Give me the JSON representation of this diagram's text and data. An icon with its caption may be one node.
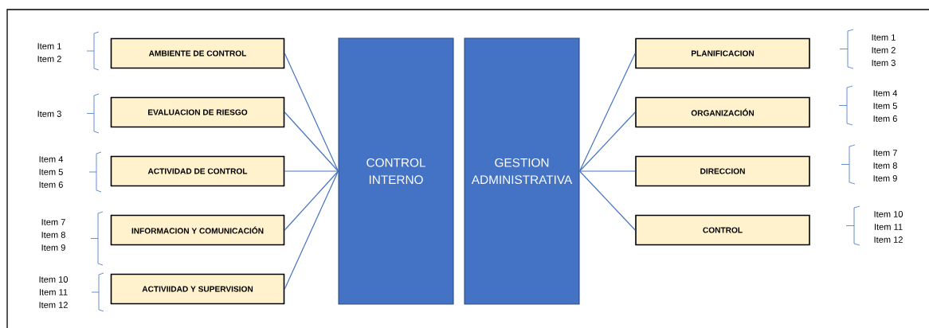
{
  "diagram": {
    "nodes": [
      {
        "text": [
          "AMBIENTE DE CONTROL"
        ]
      },
      {
        "text": [
          "EVALUACION DE RIESGO"
        ]
      },
      {
        "text": [
          "ACTIVIDAD DE CONTROL"
        ]
      },
      {
        "text": [
          "INFORMACION Y COMUNICACIÓN"
        ]
      },
      {
        "text": [
          "ACTIVIIDAD Y SUPERVISION"
        ]
      },
      {
        "text": [
          "CONTROL INTERNO"
        ]
      },
      {
        "text": [
          "GESTION ADMINISTRATIVA"
        ]
      },
      {
        "text": [
          "PLANIFICACION"
        ]
      },
      {
        "text": [
          "ORGANIZACIÓN"
        ]
      },
      {
        "text": [
          "DIRECCION"
        ]
      },
      {
        "text": [
          "CONTROL"
        ]
      }
    ],
    "edges": [
      {
        "from": 0,
        "to": 5,
        "arrow": "none"
      },
      {
        "from": 1,
        "to": 5,
        "arrow": "none"
      },
      {
        "from": 2,
        "to": 5,
        "arrow": "none"
      },
      {
        "from": 3,
        "to": 5,
        "arrow": "none"
      },
      {
        "from": 4,
        "to": 5,
        "arrow": "none"
      },
      {
        "from": 6,
        "to": 7,
        "arrow": "none"
      },
      {
        "from": 6,
        "to": 8,
        "arrow": "none"
      },
      {
        "from": 6,
        "to": 9,
        "arrow": "none"
      },
      {
        "from": 6,
        "to": 10,
        "arrow": "none"
      }
    ],
    "labels": [
      "Item 1",
      "Item 2",
      "Item 3",
      "Item 4",
      "Item 5",
      "Item 6",
      "Item 7",
      "Item 8",
      "Item 9",
      "Item 10",
      "Item 11",
      "Item 12",
      "Item 1",
      "Item 2",
      "Item 3",
      "Item 4",
      "Item 5",
      "Item 6",
      "Item 7",
      "Item 8",
      "Item 9",
      "Item 10",
      "Item 11",
      "Item 12"
    ]
  }
}
